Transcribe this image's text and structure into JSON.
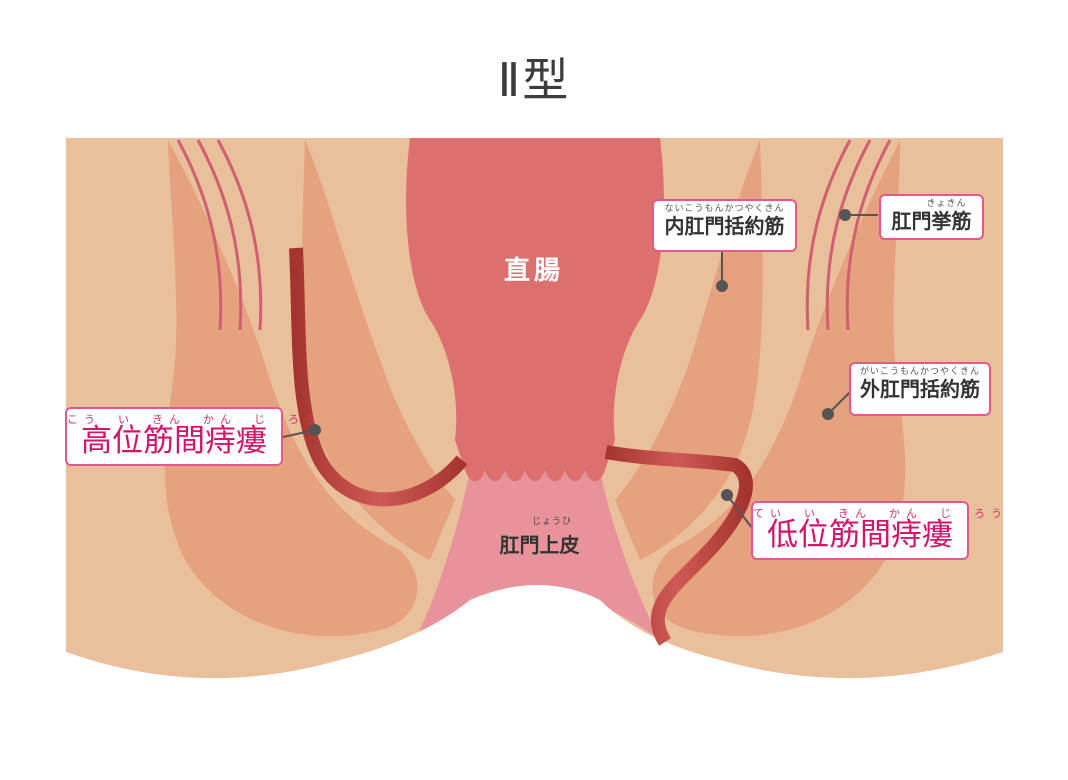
{
  "title": "Ⅱ型",
  "organs": {
    "rectum": "直腸",
    "anoderm": {
      "ruby": "じょうひ",
      "text": "肛門上皮"
    }
  },
  "labels": {
    "internal_sphincter": {
      "ruby": "ないこうもんかつやくきん",
      "text": "内肛門括約筋"
    },
    "levator_ani": {
      "ruby": "きょきん",
      "text": "肛門挙筋"
    },
    "external_sphincter": {
      "ruby": "がいこうもんかつやくきん",
      "text": "外肛門括約筋"
    },
    "high_fistula": {
      "ruby": "こう　い　きん　かん　じ　ろう",
      "text": "高位筋間痔瘻"
    },
    "low_fistula": {
      "ruby": "てい　い　きん　かん　じ　ろう",
      "text": "低位筋間痔瘻"
    }
  },
  "colors": {
    "background_tissue": "#eabf9b",
    "muscle": "#e6a27f",
    "rectum": "#dd6f6e",
    "anoderm": "#e8939b",
    "fistula": "#b8443f",
    "label_border": "#e25a8a",
    "fistula_label_text": "#d6136c"
  }
}
